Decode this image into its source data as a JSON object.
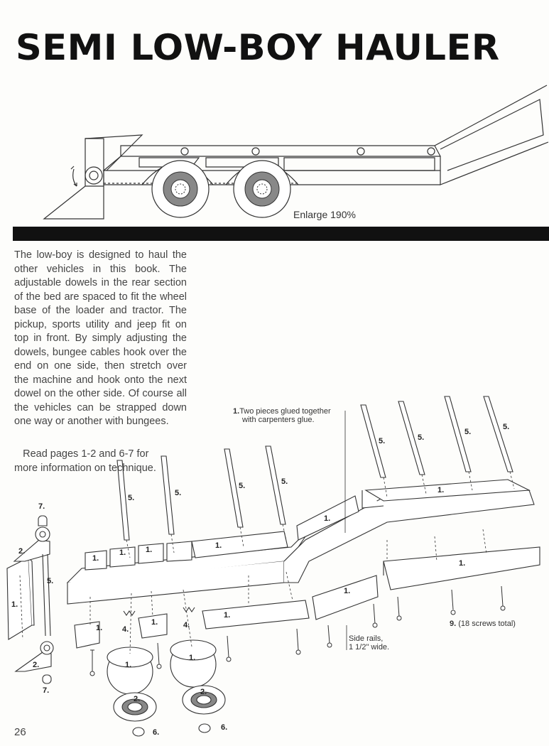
{
  "title": "SEMI LOW-BOY HAULER",
  "side_view": {
    "enlarge": "Enlarge 190%"
  },
  "body": {
    "para1": "The low-boy is designed to haul the other vehicles in this book. The adjustable dowels in the rear section of the bed are spaced to fit the wheel base of the loader and tractor. The pickup, sports utility and jeep fit on top in front. By simply adjusting the dowels, bungee cables hook over the end on one side, then stretch over the machine and hook onto the next dowel on the other side. Of course all the vehicles can be strapped down one way or another with bungees.",
    "para2": "Read pages 1-2 and 6-7 for more information on technique."
  },
  "notes": {
    "glue_num": "1.",
    "glue_text_line1": "Two pieces glued together",
    "glue_text_line2": "with carpenters glue.",
    "rails_line1": "Side rails,",
    "rails_line2": "1 1/2\" wide.",
    "screws_num": "9.",
    "screws_text": "(18 screws total)"
  },
  "part_labels": {
    "l1": "1.",
    "l2": "2.",
    "l4": "4.",
    "l5": "5.",
    "l6": "6.",
    "l7": "7."
  },
  "page_number": "26"
}
